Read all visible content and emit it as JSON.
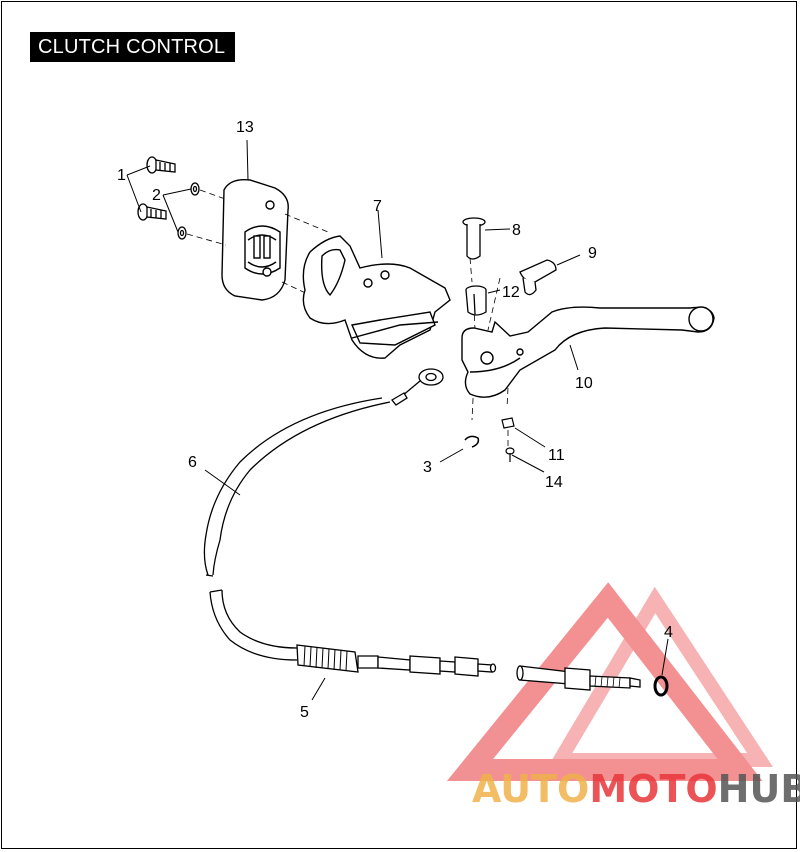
{
  "title": "CLUTCH CONTROL",
  "callouts": {
    "c1": "1",
    "c2": "2",
    "c3": "3",
    "c4": "4",
    "c5": "5",
    "c6": "6",
    "c7": "7",
    "c8": "8",
    "c9": "9",
    "c10": "10",
    "c11": "11",
    "c12": "12",
    "c13": "13",
    "c14": "14"
  },
  "watermark": {
    "part1": "AUTO",
    "part2": "MOTO",
    "part3": "HUB",
    "color_primary": "#e8363a",
    "color_secondary": "#f0b24a",
    "color_dark": "#555555"
  },
  "colors": {
    "line": "#000000",
    "background": "#ffffff",
    "title_bg": "#000000",
    "title_fg": "#ffffff"
  }
}
